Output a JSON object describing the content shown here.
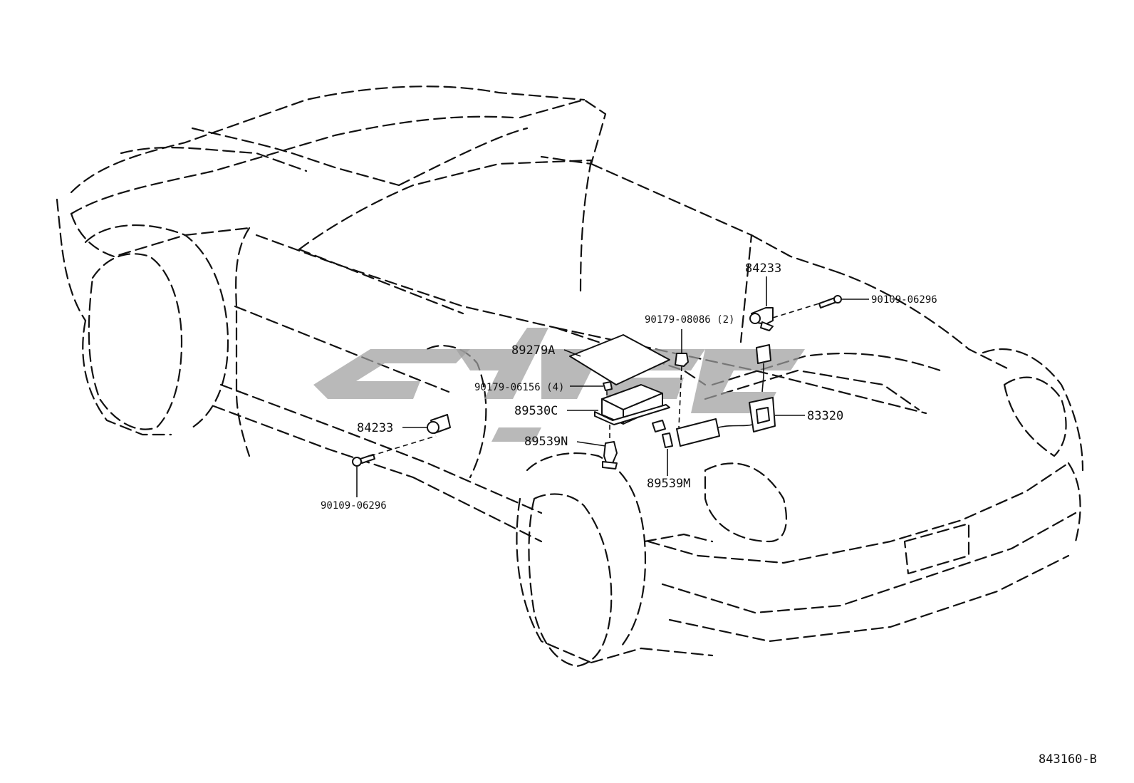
{
  "callouts": {
    "p84233_top": "84233",
    "p90109_top": "90109-06296",
    "p90179_08086": "90179-08086 (2)",
    "p89279A": "89279A",
    "p90179_06156": "90179-06156 (4)",
    "p89530C": "89530C",
    "p83320": "83320",
    "p84233_left": "84233",
    "p89539N": "89539N",
    "p89539M": "89539M",
    "p90109_bottom": "90109-06296"
  },
  "diagram_code": "843160-B",
  "icons": {
    "watermark": "brand-logo-watermark"
  }
}
